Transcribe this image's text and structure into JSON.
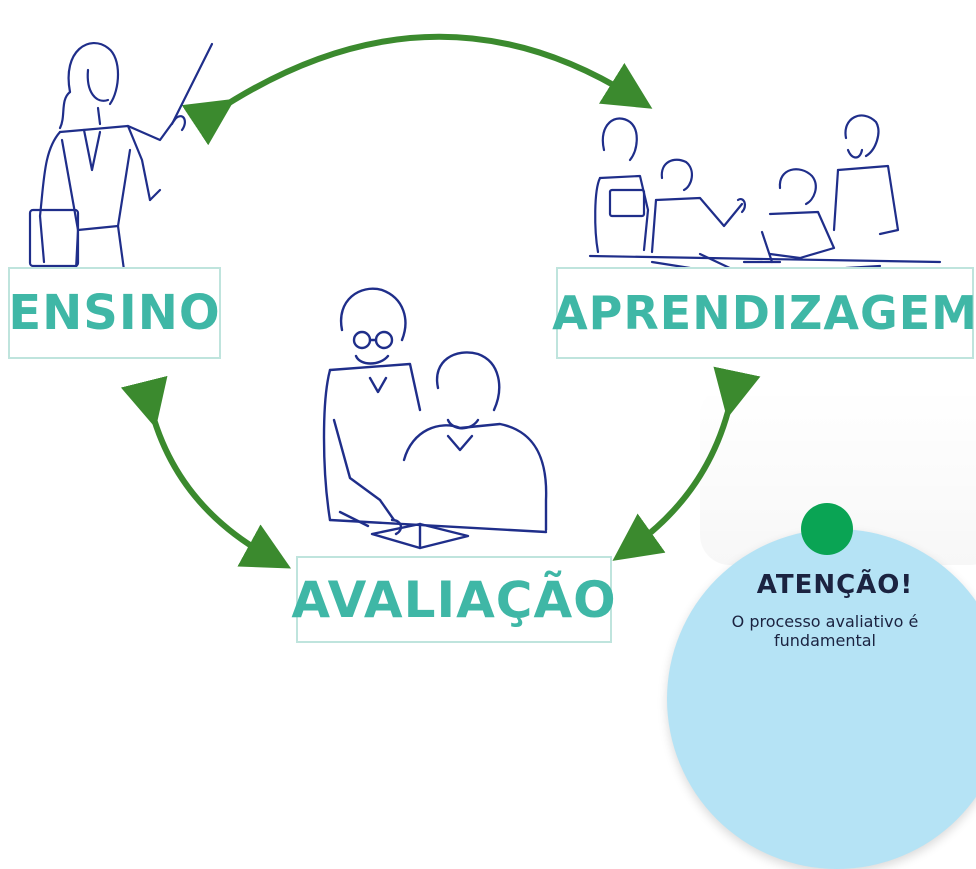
{
  "labels": {
    "ensino": "ENSINO",
    "aprendizagem": "APRENDIZAGEM",
    "avaliacao": "AVALIAÇÃO"
  },
  "callout": {
    "title": "ATENÇÃO!",
    "body": "O processo avaliativo é fundamental"
  },
  "colors": {
    "label_text": "#3fb7a6",
    "label_border": "#bfe4dd",
    "arrow": "#3b8a2e",
    "figure_line": "#1f2e8a",
    "callout_bg": "#b5e3f5",
    "callout_dot": "#0aa454"
  },
  "icons": [
    "teacher-figure-icon",
    "students-group-icon",
    "tutor-student-icon",
    "cycle-arrow-icon"
  ]
}
